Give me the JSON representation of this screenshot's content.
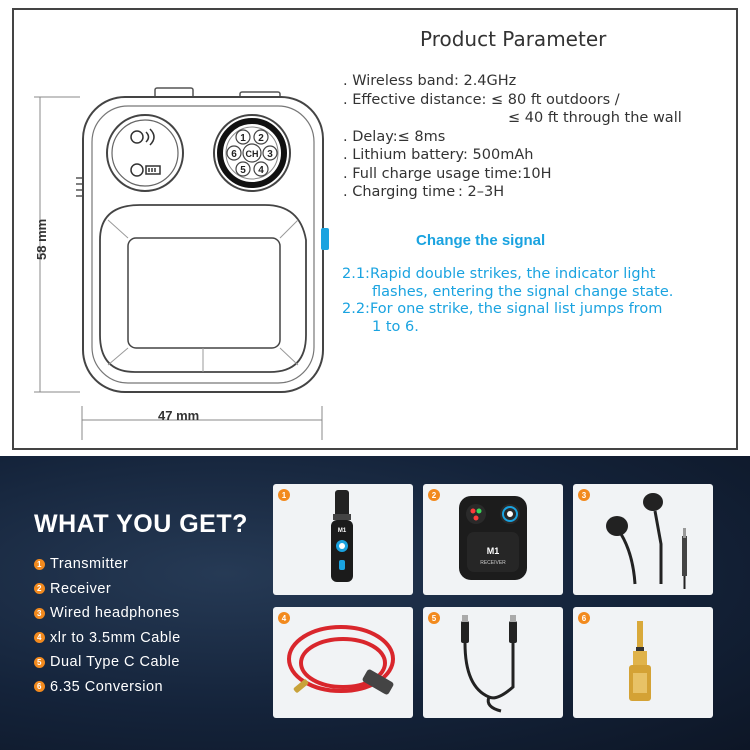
{
  "spec_panel": {
    "title": "Product Parameter",
    "specs": [
      ". Wireless band: 2.4GHz",
      ". Effective distance: ≤ 80 ft outdoors /",
      "≤ 40 ft through the wall",
      ". Delay:≤ 8ms",
      ". Lithium battery: 500mAh",
      ". Full charge usage time:10H",
      ". Charging time : 2–3H"
    ],
    "change_signal": "Change the signal",
    "steps": [
      "2.1:Rapid double strikes, the indicator light",
      "flashes, entering the signal change state.",
      "2.2:For one strike, the signal list jumps from",
      "1 to 6."
    ],
    "width_label": "47 mm",
    "height_label": "58 mm",
    "dial": {
      "center": "CH",
      "numbers": [
        "1",
        "2",
        "3",
        "4",
        "5",
        "6"
      ]
    }
  },
  "package": {
    "heading": "WHAT YOU GET?",
    "items": [
      {
        "num": "1",
        "label": "Transmitter"
      },
      {
        "num": "2",
        "label": "Receiver"
      },
      {
        "num": "3",
        "label": "Wired  headphones"
      },
      {
        "num": "4",
        "label": "xlr to 3.5mm Cable"
      },
      {
        "num": "5",
        "label": "Dual Type C Cable"
      },
      {
        "num": "6",
        "label": "6.35 Conversion"
      }
    ],
    "photo_text": {
      "transmitter_logo": "M1",
      "receiver_logo": "M1",
      "receiver_sub": "RECEIVER"
    }
  },
  "colors": {
    "accent_blue": "#1aa3e0",
    "badge_orange": "#f28a1e",
    "dark_bg": "#14233a"
  }
}
